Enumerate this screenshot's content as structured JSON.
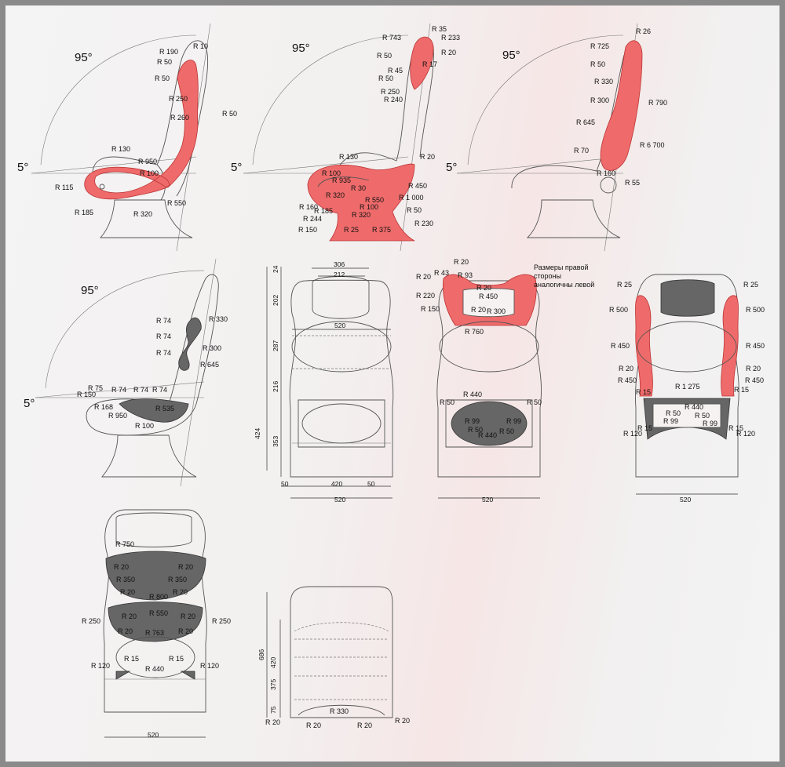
{
  "angles": {
    "back": "95°",
    "seat": "5°"
  },
  "note": [
    "Размеры правой",
    "стороны",
    "аналогичны левой"
  ],
  "view1": {
    "labels": [
      "R 190",
      "R 50",
      "R 50",
      "R 10",
      "R 250",
      "R 260",
      "R 50",
      "R 130",
      "R 950",
      "R 100",
      "R 115",
      "R 185",
      "R 320",
      "R 550"
    ]
  },
  "view2": {
    "labels": [
      "R 35",
      "R 743",
      "R 233",
      "R 50",
      "R 20",
      "R 50",
      "R 45",
      "R 17",
      "R 250",
      "R 240",
      "R 130",
      "R 20",
      "R 100",
      "R 935",
      "R 30",
      "R 320",
      "R 450",
      "R 160",
      "R 185",
      "R 244",
      "R 100",
      "R 550",
      "R 1 000",
      "R 320",
      "R 50",
      "R 150",
      "R 25",
      "R 375",
      "R 230"
    ]
  },
  "view3": {
    "labels": [
      "R 26",
      "R 725",
      "R 50",
      "R 330",
      "R 300",
      "R 790",
      "R 645",
      "R 6 700",
      "R 70",
      "R 160",
      "R 55"
    ]
  },
  "view4": {
    "labels": [
      "R 74",
      "R 330",
      "R 74",
      "R 300",
      "R 74",
      "R 645",
      "R 75",
      "R 150",
      "R 74",
      "R 74",
      "R 74",
      "R 168",
      "R 950",
      "R 535",
      "R 100"
    ]
  },
  "front1": {
    "top_dims": [
      "306",
      "212"
    ],
    "width_label": "520",
    "vdims": [
      "24",
      "202",
      "287",
      "216",
      "353",
      "424"
    ],
    "bottom_dims": [
      "50",
      "420",
      "50"
    ],
    "overall": "520"
  },
  "front2": {
    "labels": [
      "R 20",
      "R 20",
      "R 43",
      "R 93",
      "R 20",
      "R 220",
      "R 450",
      "R 150",
      "R 20",
      "R 300",
      "R 760",
      "R 440",
      "R 50",
      "R 50",
      "R 99",
      "R 99",
      "R 50",
      "R 440",
      "R 50"
    ],
    "overall": "520"
  },
  "front3": {
    "labels": [
      "R 25",
      "R 25",
      "R 500",
      "R 500",
      "R 450",
      "R 450",
      "R 20",
      "R 20",
      "R 450",
      "R 450",
      "R 1 275",
      "R 15",
      "R 15",
      "R 440",
      "R 50",
      "R 99",
      "R 50",
      "R 99",
      "R 15",
      "R 15",
      "R 120",
      "R 120"
    ],
    "overall": "520"
  },
  "back_view": {
    "labels": [
      "R 750",
      "R 20",
      "R 20",
      "R 350",
      "R 350",
      "R 20",
      "R 20",
      "R 800",
      "R 20",
      "R 20",
      "R 250",
      "R 250",
      "R 550",
      "R 20",
      "R 20",
      "R 763",
      "R 15",
      "R 15",
      "R 120",
      "R 120",
      "R 440"
    ],
    "overall": "520"
  },
  "seat_view": {
    "vdims": [
      "686",
      "420",
      "375",
      "75"
    ],
    "labels": [
      "R 330",
      "R 20",
      "R 20",
      "R 20",
      "R 20"
    ]
  }
}
